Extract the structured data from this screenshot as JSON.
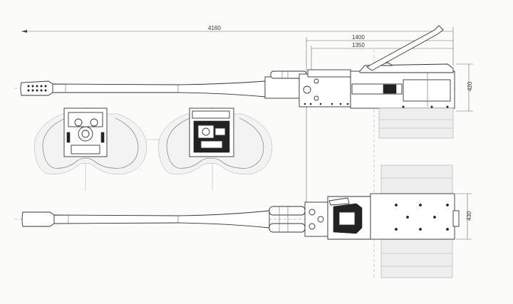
{
  "dimensions": {
    "overall_length": "4160",
    "receiver_length_1": "1400",
    "receiver_length_2": "1350",
    "height_top_view": "420",
    "width_plan_view": "430"
  },
  "colors": {
    "line": "#444444",
    "background": "#fbfbfa"
  }
}
